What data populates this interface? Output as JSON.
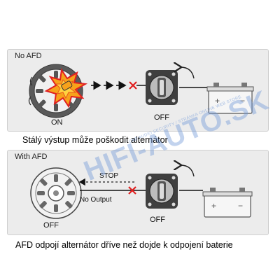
{
  "top_panel": {
    "heading": "No AFD",
    "alternator_state": "ON",
    "switch_state": "OFF"
  },
  "top_caption": "Stálý výstup může poškodit alternátor",
  "bottom_panel": {
    "heading": "With AFD",
    "alternator_state": "OFF",
    "switch_state": "OFF",
    "signal_label": "STOP",
    "output_label": "No Output"
  },
  "bottom_caption": "AFD odpojí alternátor dříve než dojde k odpojení baterie",
  "watermark": {
    "main": "HIFI-AUTO.SK",
    "sub": "CAR AUDIO SECURITY / STRÁNKA ONLINE WEB STORE"
  },
  "colors": {
    "panel_bg": "#ececec",
    "alert_red": "#e02020",
    "explosion_orange": "#f7a21b",
    "dark_grey": "#444444"
  },
  "icons": [
    "alternator-icon",
    "explosion-icon",
    "battery-switch-icon",
    "battery-icon",
    "cross-icon"
  ]
}
